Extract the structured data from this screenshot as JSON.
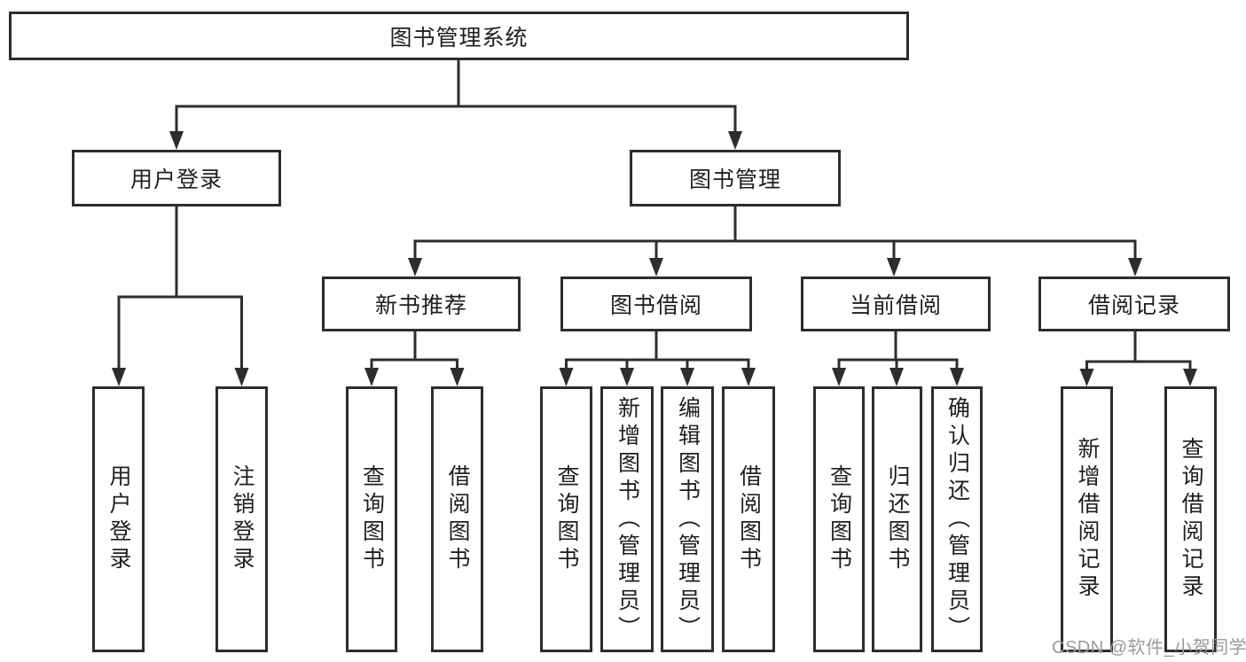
{
  "tree": {
    "label": "图书管理系统",
    "children": [
      {
        "label": "用户登录",
        "children": [
          {
            "label": "用户登录"
          },
          {
            "label": "注销登录"
          }
        ]
      },
      {
        "label": "图书管理",
        "children": [
          {
            "label": "新书推荐",
            "children": [
              {
                "label": "查询图书"
              },
              {
                "label": "借阅图书"
              }
            ]
          },
          {
            "label": "图书借阅",
            "children": [
              {
                "label": "查询图书"
              },
              {
                "label": "新增图书（管理员）"
              },
              {
                "label": "编辑图书（管理员）"
              },
              {
                "label": "借阅图书"
              }
            ]
          },
          {
            "label": "当前借阅",
            "children": [
              {
                "label": "查询图书"
              },
              {
                "label": "归还图书"
              },
              {
                "label": "确认归还（管理员）"
              }
            ]
          },
          {
            "label": "借阅记录",
            "children": [
              {
                "label": "新增借阅记录"
              },
              {
                "label": "查询借阅记录"
              }
            ]
          }
        ]
      }
    ]
  },
  "watermark": {
    "text": "CSDN @软件_小贺同学"
  },
  "colors": {
    "background": "#ffffff",
    "box_border": "#2d2d2d",
    "box_fill": "#ffffff",
    "connector": "#2d2d2d",
    "label_text": "#1f1f1f",
    "watermark_text": "#9b9b9b"
  }
}
